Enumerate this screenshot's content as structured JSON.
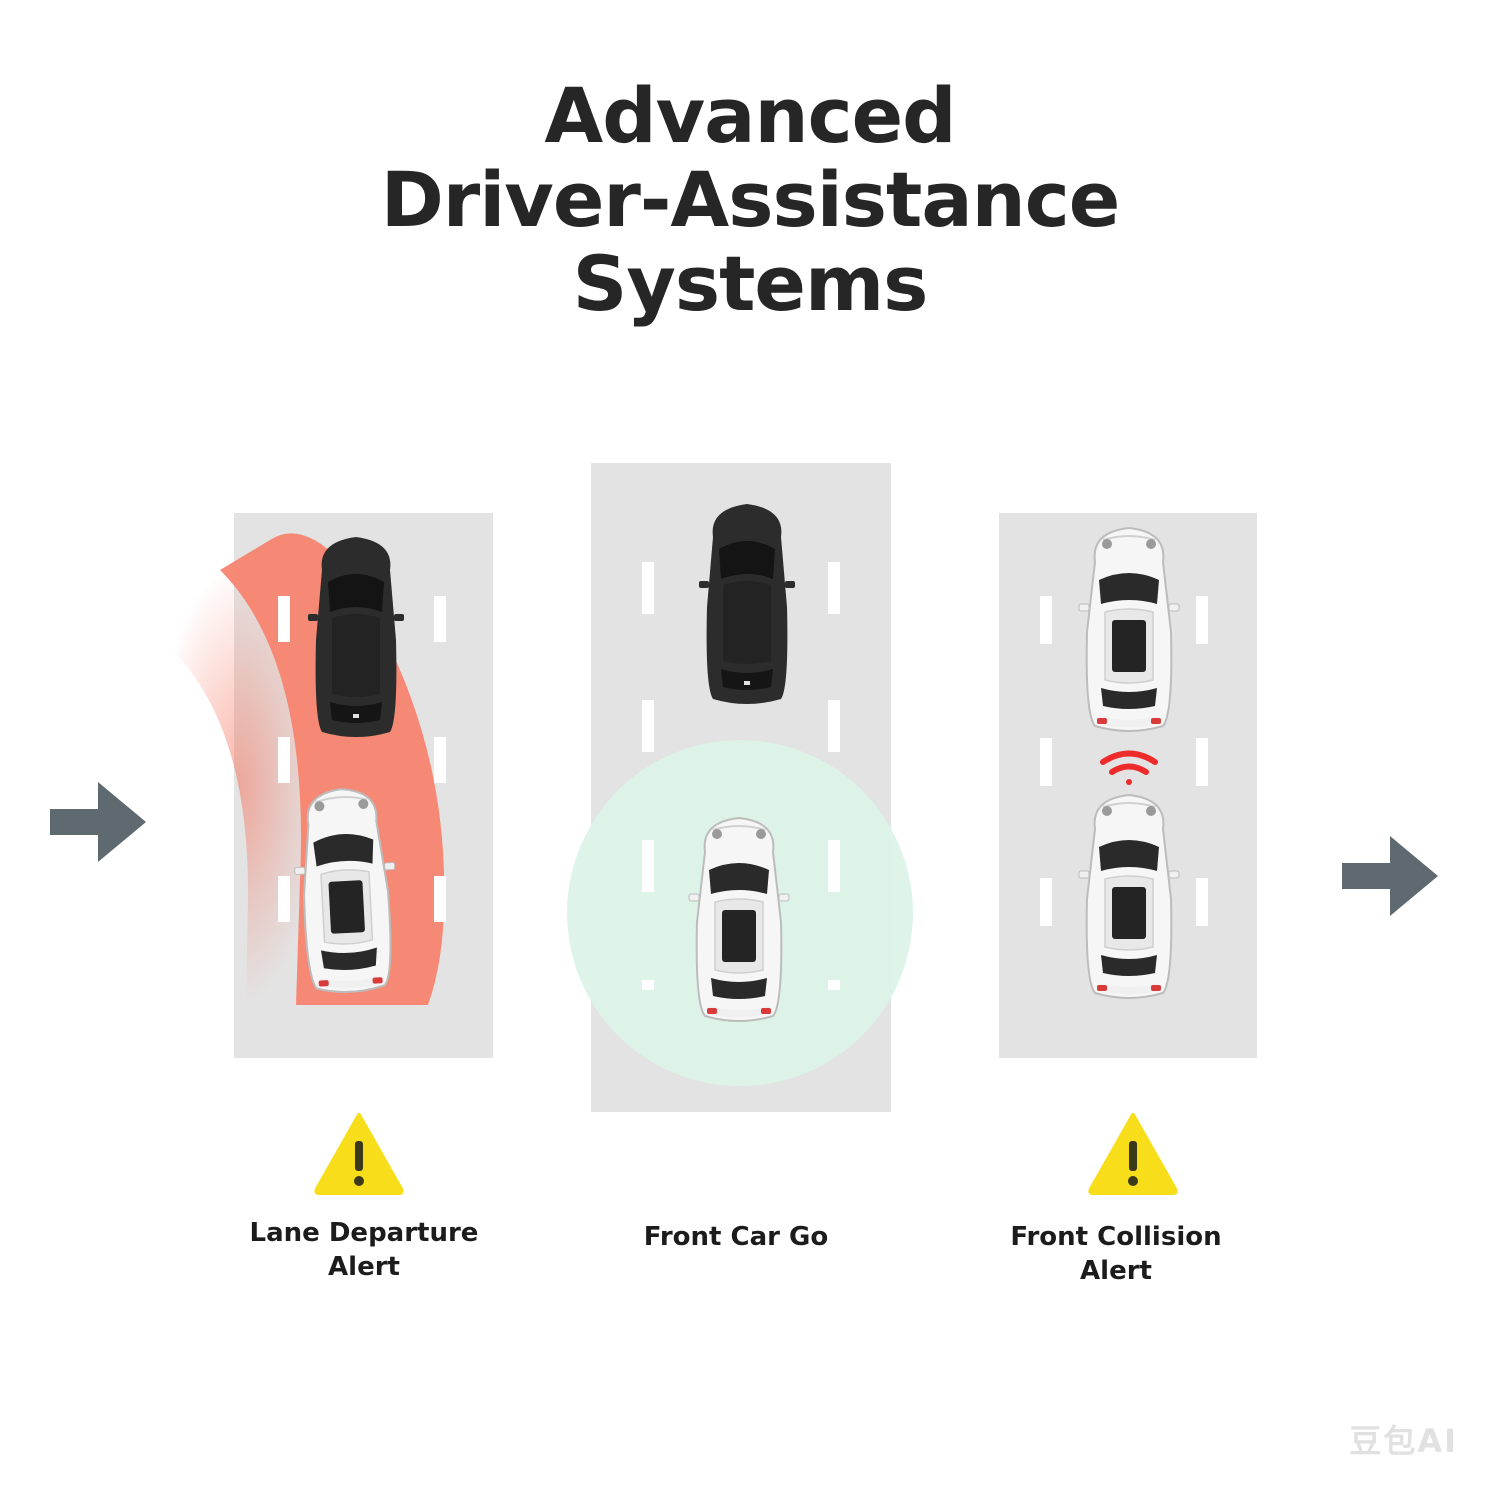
{
  "title": {
    "line1": "Advanced",
    "line2": "Driver-Assistance",
    "line3": "Systems"
  },
  "panels": [
    {
      "label_line1": "Lane Departure",
      "label_line2": "Alert",
      "warning_icon": "warning-triangle-icon",
      "highlight_color": "#f7846f"
    },
    {
      "label_line1": "Front Car Go",
      "label_line2": "",
      "warning_icon": "",
      "highlight_color": "#dcf3e8"
    },
    {
      "label_line1": "Front Collision",
      "label_line2": "Alert",
      "warning_icon": "warning-triangle-icon",
      "highlight_color": "#ee2b2b"
    }
  ],
  "colors": {
    "road": "#e3e3e3",
    "arrow": "#5f6a70",
    "warning": "#f8dd1a",
    "car_dark": "#2b2b2b",
    "car_light": "#f4f4f4"
  },
  "watermark": "豆包AI"
}
